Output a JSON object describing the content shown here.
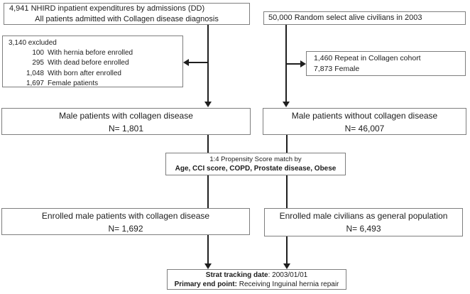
{
  "diagram": {
    "source_box": {
      "line1": "4,941 NHIRD inpatient expenditures by admissions (DD)",
      "line2": "All patients admitted with Collagen disease diagnosis"
    },
    "control_box": {
      "line1": "50,000 Random select alive civilians in 2003"
    },
    "excluded_box": {
      "title": "3,140 excluded",
      "items": [
        {
          "n": "100",
          "label": "With hernia before enrolled"
        },
        {
          "n": "295",
          "label": "With dead before enrolled"
        },
        {
          "n": "1,048",
          "label": "With born after enrolled"
        },
        {
          "n": "1,697",
          "label": "Female patients"
        }
      ]
    },
    "repeat_box": {
      "line1": "1,460 Repeat in Collagen cohort",
      "line2": "7,873 Female"
    },
    "male_collagen_box": {
      "line1": "Male patients with collagen disease",
      "line2": "N= 1,801"
    },
    "male_no_collagen_box": {
      "line1": "Male patients without collagen disease",
      "line2": "N= 46,007"
    },
    "propensity_box": {
      "line1": "1:4 Propensity Score match by",
      "line2": "Age, CCI score, COPD, Prostate disease, Obese"
    },
    "enrolled_collagen_box": {
      "line1": "Enrolled male patients with collagen disease",
      "line2": "N= 1,692"
    },
    "enrolled_general_box": {
      "line1": "Enrolled male civilians as general population",
      "line2": "N= 6,493"
    },
    "endpoint_box": {
      "line1_bold": "Strat tracking date",
      "line1_rest": ": 2003/01/01",
      "line2_bold": "Primary end point:",
      "line2_rest": " Receiving Inguinal hernia repair"
    }
  },
  "colors": {
    "background": "#ffffff",
    "box_border": "#7e7e7e",
    "connector": "#1f1f1f",
    "text": "#1c1c1c"
  }
}
